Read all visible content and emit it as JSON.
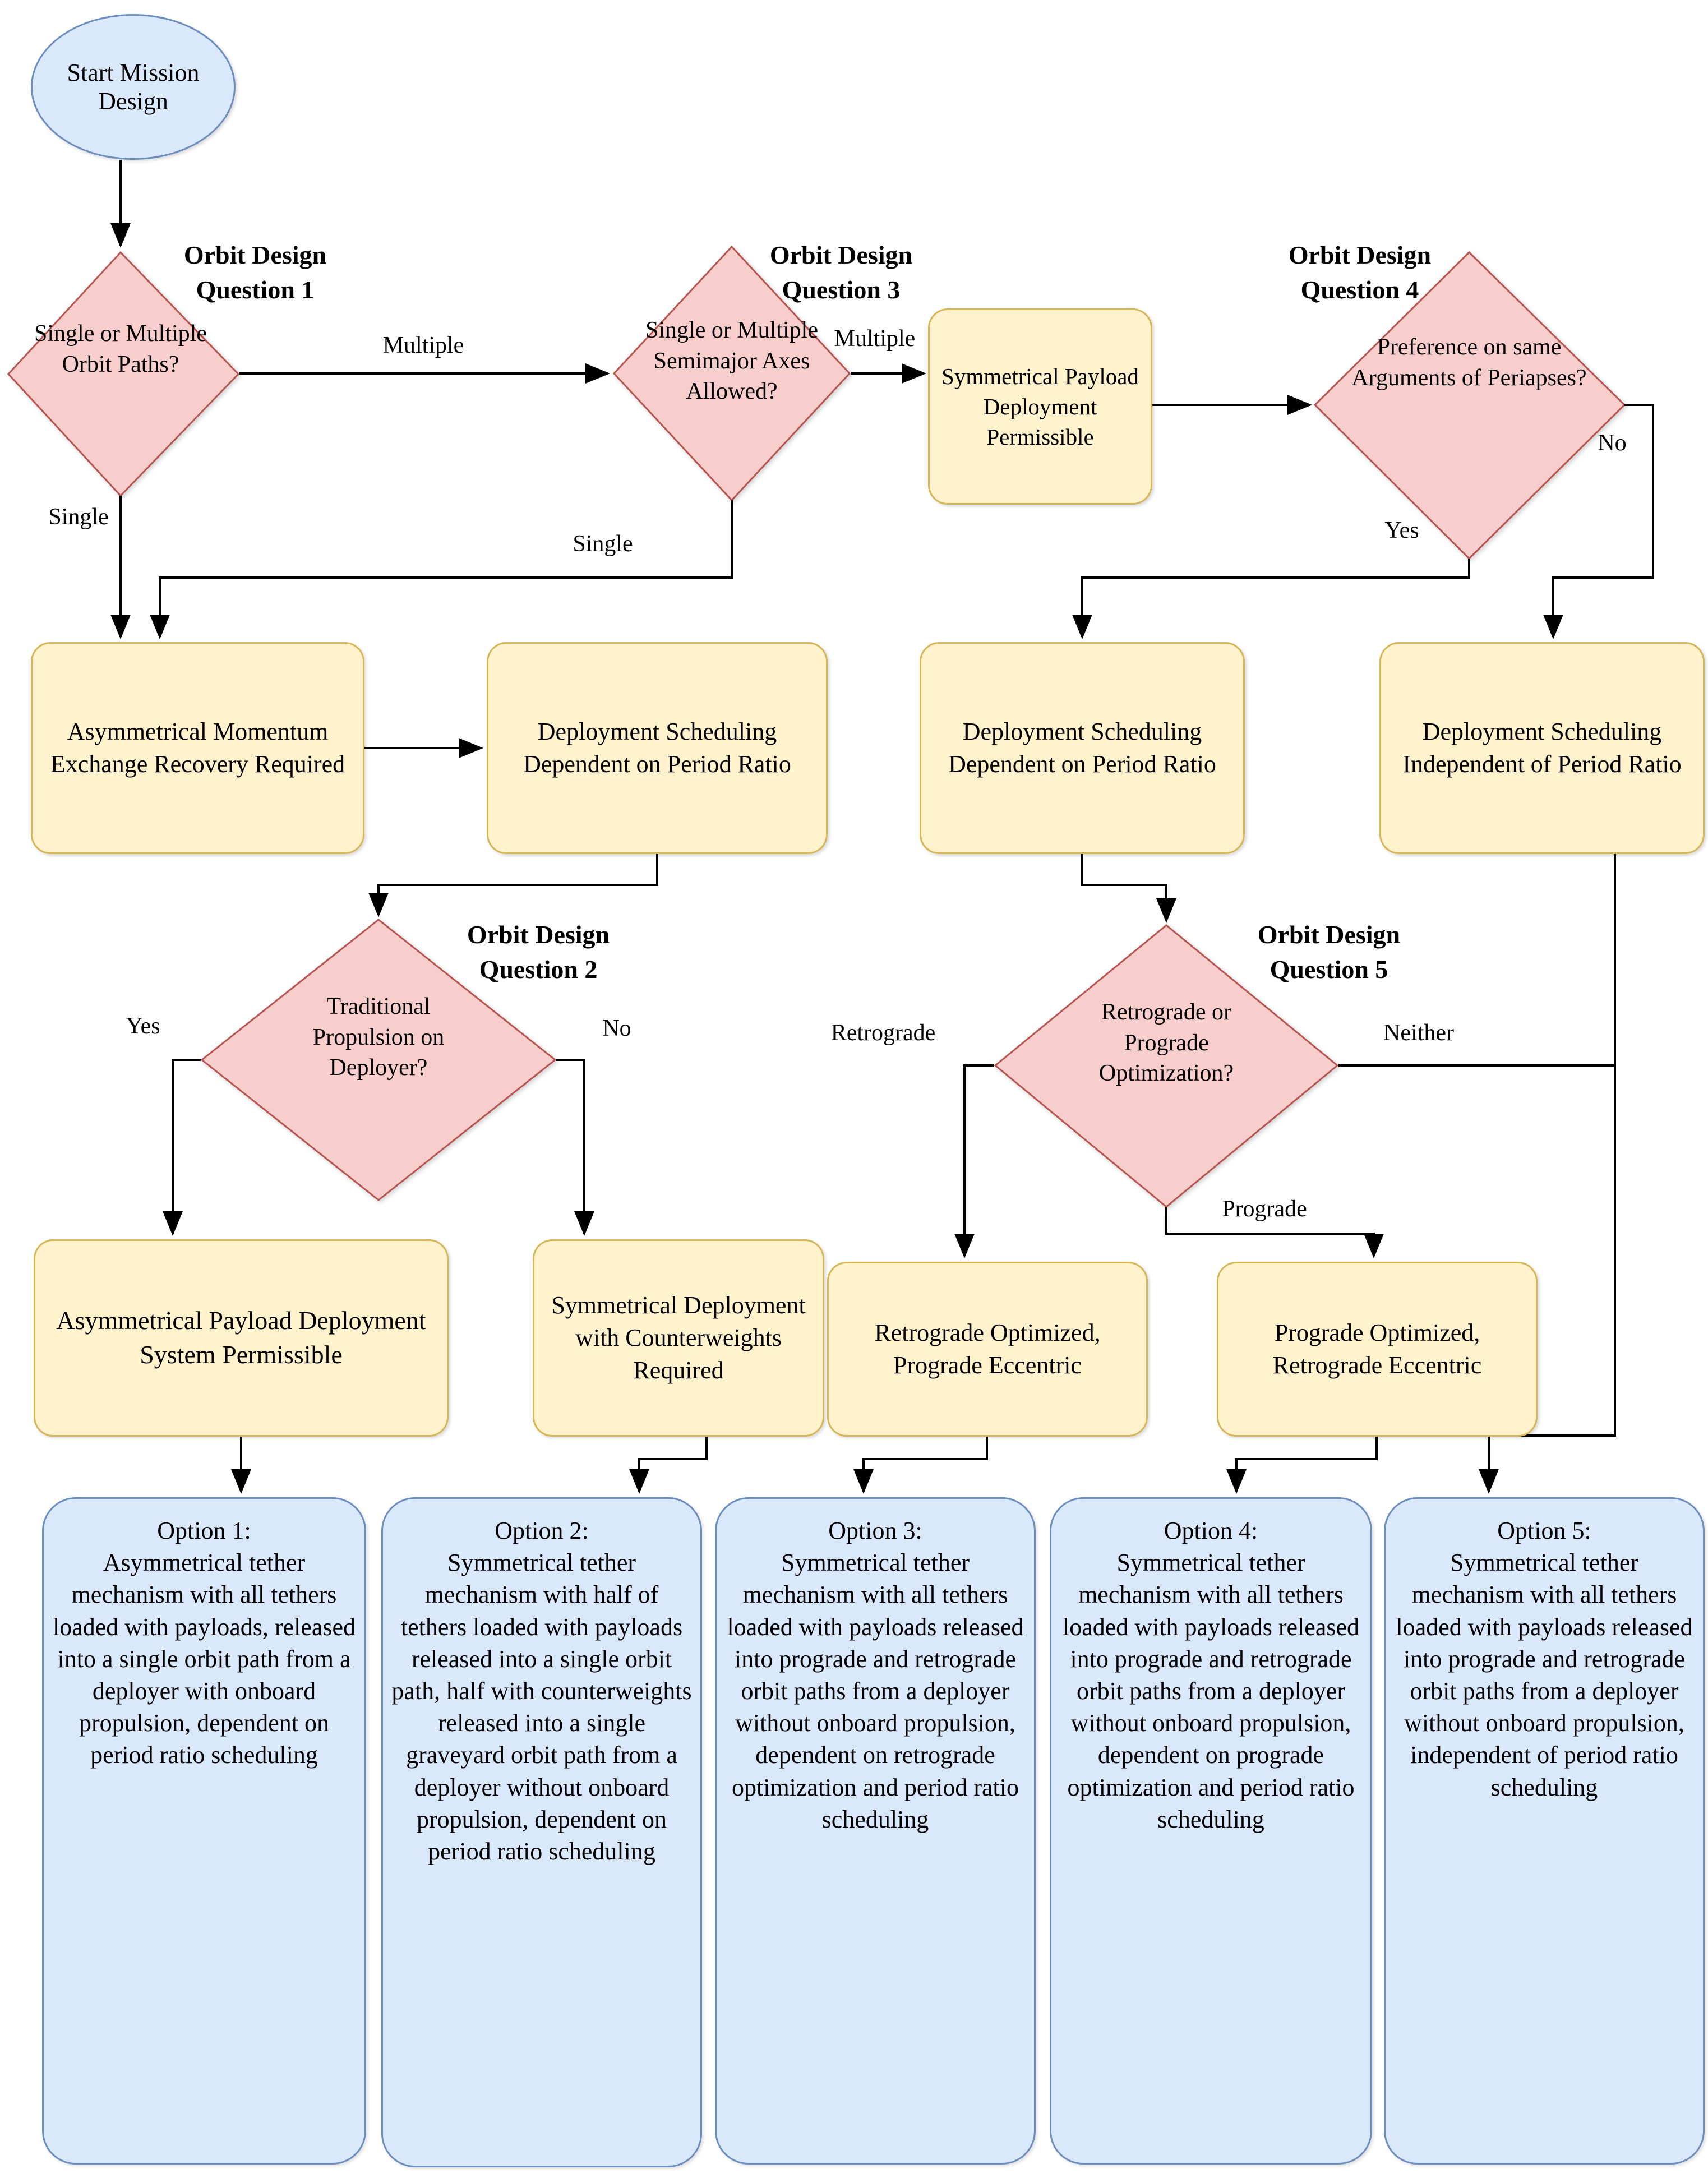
{
  "colors": {
    "decision_fill": "#f8cecc",
    "decision_border": "#b85450",
    "process_fill": "#fff2cc",
    "process_border": "#d6b656",
    "terminal_fill": "#dae8fc",
    "terminal_border": "#6c8ebf",
    "line": "#000000"
  },
  "nodes": {
    "start": {
      "label": "Start Mission Design"
    },
    "q1": {
      "label": "Single or Multiple Orbit Paths?",
      "title": "Orbit Design\nQuestion 1"
    },
    "q2": {
      "label": "Traditional Propulsion on Deployer?",
      "title": "Orbit Design\nQuestion 2"
    },
    "q3": {
      "label": "Single or Multiple Semimajor Axes Allowed?",
      "title": "Orbit Design\nQuestion 3"
    },
    "q4": {
      "label": "Preference on same Arguments of Periapses?",
      "title": "Orbit Design\nQuestion 4"
    },
    "q5": {
      "label": "Retrograde or Prograde Optimization?",
      "title": "Orbit Design\nQuestion 5"
    },
    "sym_payload_permissible": {
      "label": "Symmetrical Payload Deployment Permissible"
    },
    "asym_momentum_recovery": {
      "label": "Asymmetrical Momentum Exchange Recovery Required"
    },
    "dep_sched_dependent_left": {
      "label": "Deployment Scheduling Dependent on Period Ratio"
    },
    "dep_sched_dependent_right": {
      "label": "Deployment Scheduling Dependent on Period Ratio"
    },
    "dep_sched_independent": {
      "label": "Deployment Scheduling Independent of Period Ratio"
    },
    "asym_payload_system": {
      "label": "Asymmetrical Payload Deployment System Permissible"
    },
    "sym_counterweights": {
      "label": "Symmetrical Deployment with Counterweights Required"
    },
    "retro_optimized": {
      "label": "Retrograde Optimized, Prograde Eccentric"
    },
    "pro_optimized": {
      "label": "Prograde Optimized, Retrograde Eccentric"
    },
    "option1": {
      "label": "Option 1:\nAsymmetrical tether mechanism with all tethers loaded with payloads, released into a single orbit path from a deployer with onboard propulsion, dependent on period ratio scheduling"
    },
    "option2": {
      "label": "Option 2:\nSymmetrical tether mechanism with half of tethers loaded with payloads released into a single orbit path, half with counterweights released into a single graveyard orbit path from a deployer without onboard propulsion, dependent on period ratio scheduling"
    },
    "option3": {
      "label": "Option 3:\nSymmetrical tether mechanism with all tethers loaded with payloads released into prograde and retrograde orbit paths from a deployer without onboard propulsion, dependent on retrograde optimization and period ratio scheduling"
    },
    "option4": {
      "label": "Option 4:\nSymmetrical tether mechanism with all tethers loaded with payloads released into prograde and retrograde orbit paths from a deployer without onboard propulsion, dependent on prograde optimization and period ratio scheduling"
    },
    "option5": {
      "label": "Option 5:\nSymmetrical tether mechanism with all tethers loaded with payloads released into prograde and retrograde orbit paths from a deployer without onboard propulsion, independent of period ratio scheduling"
    }
  },
  "edge_labels": {
    "q1_multiple": "Multiple",
    "q1_single": "Single",
    "q3_multiple": "Multiple",
    "q3_single": "Single",
    "q4_yes": "Yes",
    "q4_no": "No",
    "q2_yes": "Yes",
    "q2_no": "No",
    "q5_retrograde": "Retrograde",
    "q5_neither": "Neither",
    "q5_prograde": "Prograde"
  }
}
